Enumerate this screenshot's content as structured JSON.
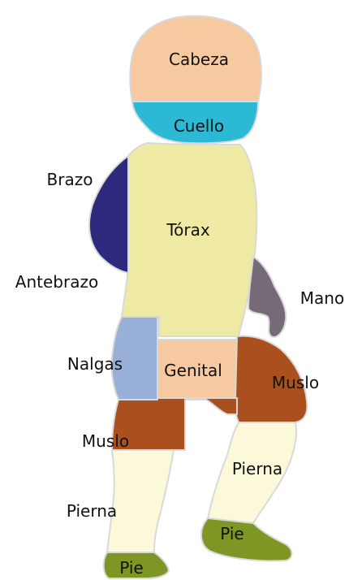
{
  "colors": {
    "cabeza": "#f7c9a0",
    "cuello": "#2cb9d6",
    "torax": "#eeeaa4",
    "brazo": "#2d2a7d",
    "mano": "#766a78",
    "nalgas": "#98afd8",
    "genital": "#f7c9a0",
    "muslo": "#a9501e",
    "pierna": "#fcf8da",
    "pie": "#7d9624",
    "outline": "#d9d9d9"
  },
  "labels": {
    "cabeza": "Cabeza",
    "cuello": "Cuello",
    "brazo": "Brazo",
    "torax": "Tórax",
    "antebrazo": "Antebrazo",
    "mano": "Mano",
    "nalgas": "Nalgas",
    "genital": "Genital",
    "muslo_right": "Muslo",
    "muslo_left": "Muslo",
    "pierna_right": "Pierna",
    "pierna_left": "Pierna",
    "pie_right": "Pie",
    "pie_left": "Pie"
  }
}
